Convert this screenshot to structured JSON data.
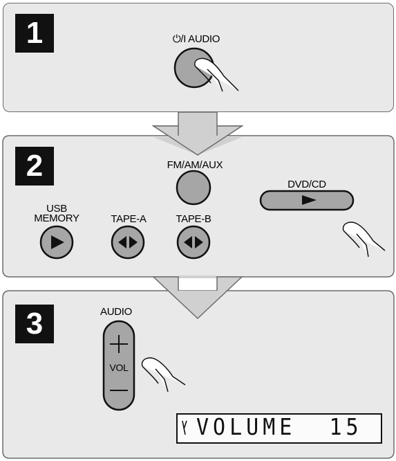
{
  "steps": [
    {
      "number": "1",
      "power_label": "⏻/I AUDIO"
    },
    {
      "number": "2",
      "fm_label": "FM/AM/AUX",
      "dvd_label": "DVD/CD",
      "usb_label_line1": "USB",
      "usb_label_line2": "MEMORY",
      "tape_a_label": "TAPE-A",
      "tape_b_label": "TAPE-B"
    },
    {
      "number": "3",
      "audio_label": "AUDIO",
      "vol_label": "VOL",
      "display_text": "VOLUME  15"
    }
  ],
  "colors": {
    "panel": "#e9e9e9",
    "button": "#a6a6a6",
    "step_box": "#111111"
  }
}
